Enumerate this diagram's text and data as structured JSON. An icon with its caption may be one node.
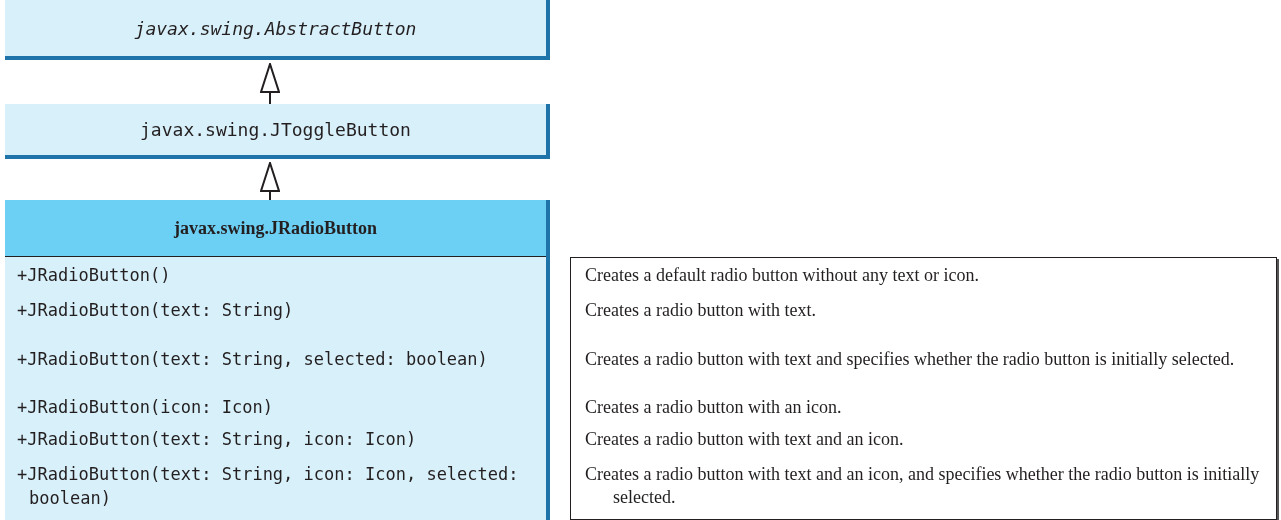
{
  "diagram": {
    "nodes": [
      {
        "text": [
          "javax.swing.AbstractButton"
        ]
      },
      {
        "text": [
          "javax.swing.JToggleButton"
        ]
      },
      {
        "text": [
          "javax.swing.JRadioButton",
          "+JRadioButton()",
          "+JRadioButton(text: String)",
          "+JRadioButton(text: String, selected: boolean)",
          "+JRadioButton(icon: Icon)",
          "+JRadioButton(text: String, icon: Icon)",
          "+JRadioButton(text: String, icon: Icon, selected: boolean)"
        ]
      },
      {
        "text": [
          "Creates a default radio button without any text or icon.",
          "Creates a radio button with text.",
          "Creates a radio button with text and specifies whether the radio button is initially selected.",
          "Creates a radio button with an icon.",
          "Creates a radio button with text and an icon.",
          "Creates a radio button with text and an icon, and specifies whether the radio button is initially selected."
        ]
      }
    ],
    "edges": [
      {
        "from": 1,
        "to": 0,
        "arrow": "to"
      },
      {
        "from": 2,
        "to": 1,
        "arrow": "to"
      }
    ]
  }
}
